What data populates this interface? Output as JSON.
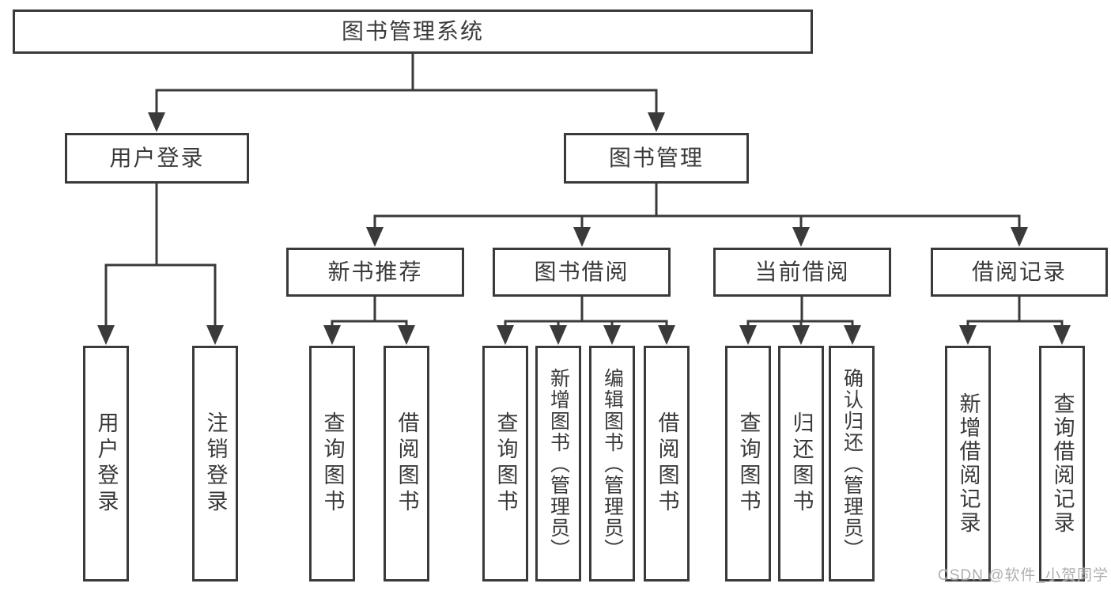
{
  "tree": {
    "label": "图书管理系统",
    "children": [
      {
        "label": "用户登录",
        "children": [
          {
            "label": "用户登录"
          },
          {
            "label": "注销登录"
          }
        ]
      },
      {
        "label": "图书管理",
        "children": [
          {
            "label": "新书推荐",
            "children": [
              {
                "label": "查询图书"
              },
              {
                "label": "借阅图书"
              }
            ]
          },
          {
            "label": "图书借阅",
            "children": [
              {
                "label": "查询图书"
              },
              {
                "label": "新增图书（管理员）"
              },
              {
                "label": "编辑图书（管理员）"
              },
              {
                "label": "借阅图书"
              }
            ]
          },
          {
            "label": "当前借阅",
            "children": [
              {
                "label": "查询图书"
              },
              {
                "label": "归还图书"
              },
              {
                "label": "确认归还（管理员）"
              }
            ]
          },
          {
            "label": "借阅记录",
            "children": [
              {
                "label": "新增借阅记录"
              },
              {
                "label": "查询借阅记录"
              }
            ]
          }
        ]
      }
    ]
  },
  "watermark": {
    "text": "CSDN @软件_小贺同学"
  },
  "colors": {
    "line": "#3a3a3a",
    "text": "#3a3a3a",
    "watermark": "#a9a9a9",
    "background": "#ffffff"
  }
}
